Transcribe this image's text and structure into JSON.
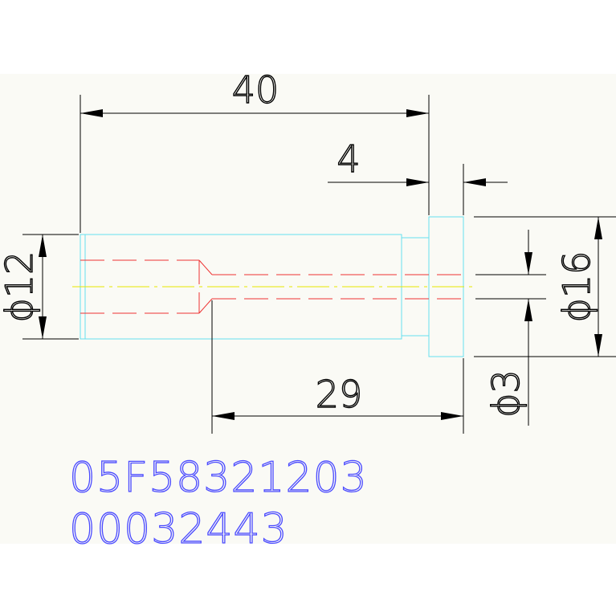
{
  "dimensions": {
    "length_total": "40",
    "head_length": "4",
    "bore_length": "29",
    "diameter_shank": "ϕ12",
    "diameter_head": "ϕ16",
    "diameter_bore": "ϕ3"
  },
  "codes": {
    "line1": "05F58321203",
    "line2": "00032443"
  },
  "colors": {
    "background_band": "#fafaf5",
    "outline": "#66e0ee",
    "hidden": "#ee3333",
    "centerline": "#e8e800",
    "dimension": "#000000",
    "code_text": "#4a4aff"
  }
}
